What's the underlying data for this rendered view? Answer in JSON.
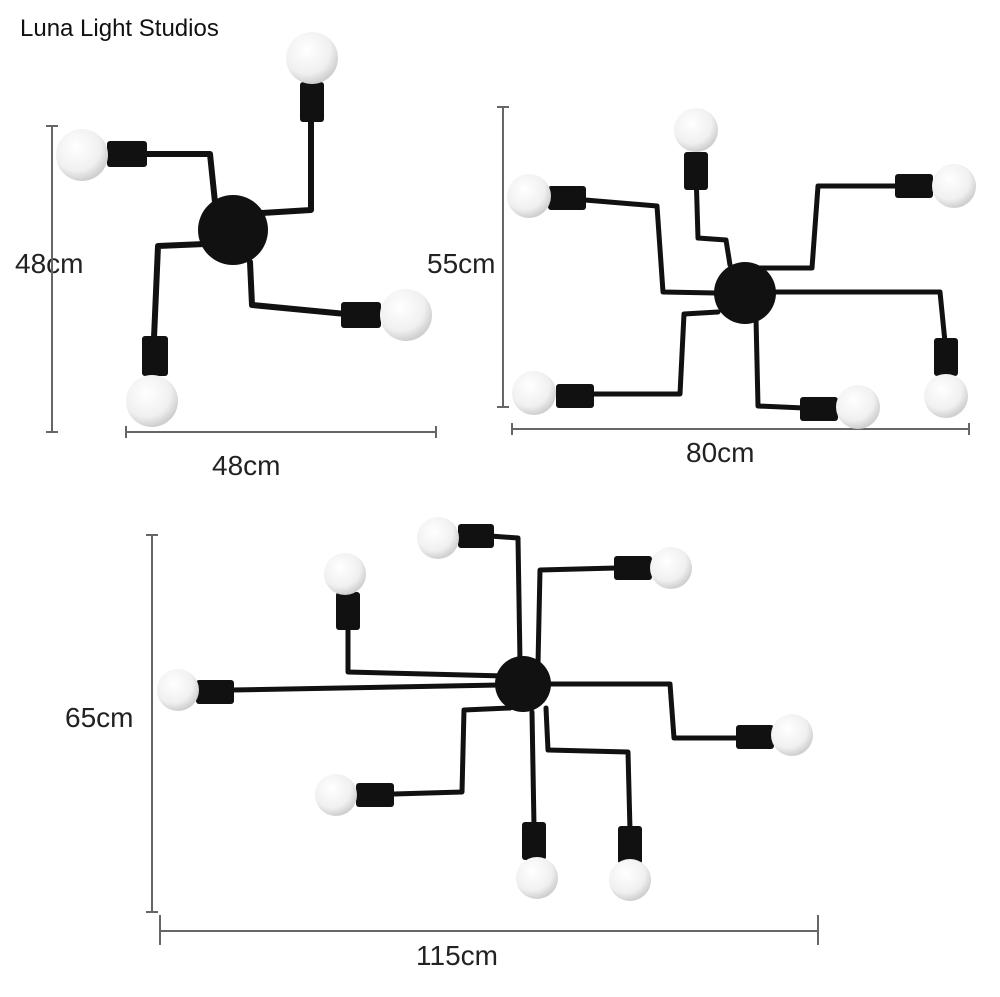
{
  "brand": {
    "name": "Luna Light Studios"
  },
  "products": [
    {
      "height_label": "48cm",
      "width_label": "48cm",
      "bulbs": 4
    },
    {
      "height_label": "55cm",
      "width_label": "80cm",
      "bulbs": 6
    },
    {
      "height_label": "65cm",
      "width_label": "115cm",
      "bulbs": 8
    }
  ],
  "colors": {
    "metal": "#111111",
    "bulb": "#f2f2f2",
    "dimension_line": "#666666"
  }
}
